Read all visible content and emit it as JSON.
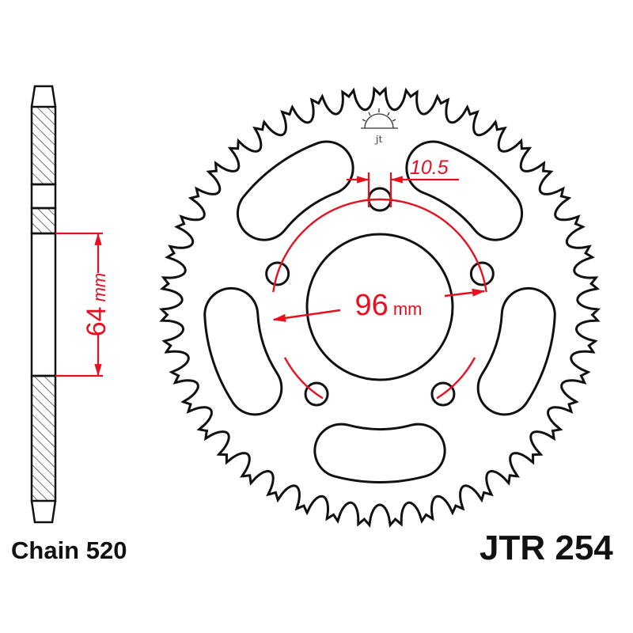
{
  "labels": {
    "chain": "Chain 520",
    "model": "JTR 254"
  },
  "dimensions": {
    "hub_offset": {
      "value": "64",
      "unit": "mm"
    },
    "bolt_circle": {
      "value": "96",
      "unit": "mm"
    },
    "bolt_hole": {
      "value": "10.5"
    }
  },
  "logo": {
    "text": "jt"
  },
  "colors": {
    "outline": "#111111",
    "dimension": "#e8101e"
  }
}
